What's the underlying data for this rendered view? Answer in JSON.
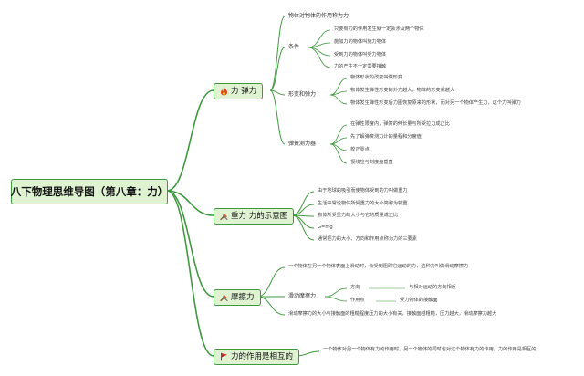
{
  "title": "八下物理思维导图（第八章：力）",
  "colors": {
    "line": "#3f9a3f",
    "node_bg": "#dff3d2",
    "node_border": "#3f9a3f"
  },
  "branches": [
    {
      "label": "力 弹力",
      "icon": "fire-icon",
      "children": {
        "c0": "物体对物体的作用称为力",
        "cond": "条件",
        "cond_items": [
          "只要有力的作用发生就一定会涉及两个物体",
          "施加力的物体叫施力物体",
          "受到力的物体叫受力物体",
          "力的产生不一定需要接触"
        ],
        "def": "形变和弹力",
        "def_items": [
          "物体形状的改变叫做形变",
          "物体发生弹性形变的外力越大，物体的形变就越大",
          "物体发生弹性形变后力图恢复原来的形状，而对另一个物体产生力，这个力叫弹力"
        ],
        "spr": "弹簧测力器",
        "spr_items": [
          "在弹性限度内，弹簧的伸长量与所受拉力成正比",
          "先了解弹簧测力计的量程和分度值",
          "校正零点",
          "视线应与刻度盘垂直"
        ]
      }
    },
    {
      "label": "重力 力的示意图",
      "icon": "tools-icon",
      "children": [
        "由于地球的吸引而使物体受到的力叫做重力",
        "生活中常说物体所受重力的大小简称为物重",
        "物体所受重力的大小与它的质量成正比",
        "G=mg",
        "通常把力的大小、方向和作用点称为力的三要素"
      ]
    },
    {
      "label": "摩擦力",
      "icon": "tools-icon",
      "children": {
        "c0": "一个物体在另一个物体表面上滑动时，会受到阻碍它运动的力，这种力叫做滑动摩擦力",
        "slide": "滑动摩擦力",
        "dir": "方向",
        "dir_val": "与相对运动的方向相反",
        "pt": "作用点",
        "pt_val": "受力物体的接触面",
        "c2": "滑动摩擦力的大小与接触面的粗糙程度压力的大小有关，接触面越粗糙，压力越大，滑动摩擦力越大"
      }
    },
    {
      "label": "力的作用是相互的",
      "icon": "flag-icon",
      "children": [
        "一个物体对另一个物体有力的作用时，另一个物体的同时也对这个物体有力的作用，力的作用是相互的"
      ]
    }
  ]
}
